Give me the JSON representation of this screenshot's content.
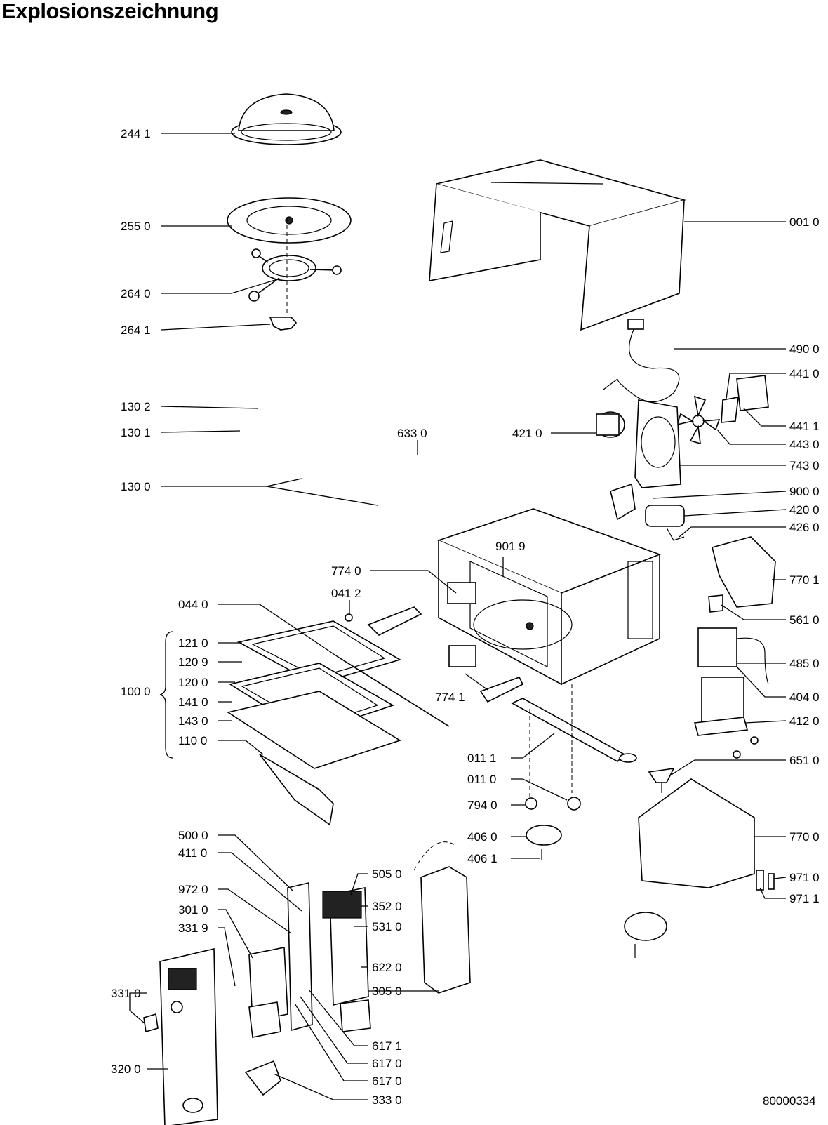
{
  "title": "Explosionszeichnung",
  "document_number": "80000334",
  "group_label": "100 0",
  "callouts": [
    {
      "id": "244-1",
      "text": "244 1"
    },
    {
      "id": "255-0",
      "text": "255 0"
    },
    {
      "id": "264-0",
      "text": "264 0"
    },
    {
      "id": "264-1",
      "text": "264 1"
    },
    {
      "id": "130-2",
      "text": "130 2"
    },
    {
      "id": "130-1",
      "text": "130 1"
    },
    {
      "id": "633-0",
      "text": "633 0"
    },
    {
      "id": "130-0",
      "text": "130 0"
    },
    {
      "id": "001-0",
      "text": "001 0"
    },
    {
      "id": "490-0",
      "text": "490 0"
    },
    {
      "id": "441-0",
      "text": "441 0"
    },
    {
      "id": "441-1",
      "text": "441 1"
    },
    {
      "id": "421-0",
      "text": "421 0"
    },
    {
      "id": "443-0",
      "text": "443 0"
    },
    {
      "id": "743-0",
      "text": "743 0"
    },
    {
      "id": "900-0",
      "text": "900 0"
    },
    {
      "id": "420-0",
      "text": "420 0"
    },
    {
      "id": "426-0",
      "text": "426 0"
    },
    {
      "id": "901-9",
      "text": "901 9"
    },
    {
      "id": "774-0",
      "text": "774 0"
    },
    {
      "id": "770-1",
      "text": "770 1"
    },
    {
      "id": "041-2",
      "text": "041 2"
    },
    {
      "id": "044-0",
      "text": "044 0"
    },
    {
      "id": "561-0",
      "text": "561 0"
    },
    {
      "id": "121-0",
      "text": "121 0"
    },
    {
      "id": "485-0",
      "text": "485 0"
    },
    {
      "id": "120-9",
      "text": "120 9"
    },
    {
      "id": "120-0",
      "text": "120 0"
    },
    {
      "id": "774-1",
      "text": "774 1"
    },
    {
      "id": "404-0",
      "text": "404 0"
    },
    {
      "id": "141-0",
      "text": "141 0"
    },
    {
      "id": "143-0",
      "text": "143 0"
    },
    {
      "id": "412-0",
      "text": "412 0"
    },
    {
      "id": "110-0",
      "text": "110 0"
    },
    {
      "id": "011-1",
      "text": "011 1"
    },
    {
      "id": "651-0",
      "text": "651 0"
    },
    {
      "id": "011-0",
      "text": "011 0"
    },
    {
      "id": "794-0",
      "text": "794 0"
    },
    {
      "id": "500-0",
      "text": "500 0"
    },
    {
      "id": "406-0",
      "text": "406 0"
    },
    {
      "id": "770-0",
      "text": "770 0"
    },
    {
      "id": "411-0",
      "text": "411 0"
    },
    {
      "id": "406-1",
      "text": "406 1"
    },
    {
      "id": "505-0",
      "text": "505 0"
    },
    {
      "id": "971-0",
      "text": "971 0"
    },
    {
      "id": "972-0",
      "text": "972 0"
    },
    {
      "id": "352-0",
      "text": "352 0"
    },
    {
      "id": "971-1",
      "text": "971 1"
    },
    {
      "id": "301-0",
      "text": "301 0"
    },
    {
      "id": "531-0",
      "text": "531 0"
    },
    {
      "id": "331-9",
      "text": "331 9"
    },
    {
      "id": "622-0",
      "text": "622 0"
    },
    {
      "id": "331-0",
      "text": "331 0"
    },
    {
      "id": "305-0",
      "text": "305 0"
    },
    {
      "id": "617-1",
      "text": "617 1"
    },
    {
      "id": "617-0a",
      "text": "617 0"
    },
    {
      "id": "320-0",
      "text": "320 0"
    },
    {
      "id": "617-0b",
      "text": "617 0"
    },
    {
      "id": "333-0",
      "text": "333 0"
    }
  ]
}
